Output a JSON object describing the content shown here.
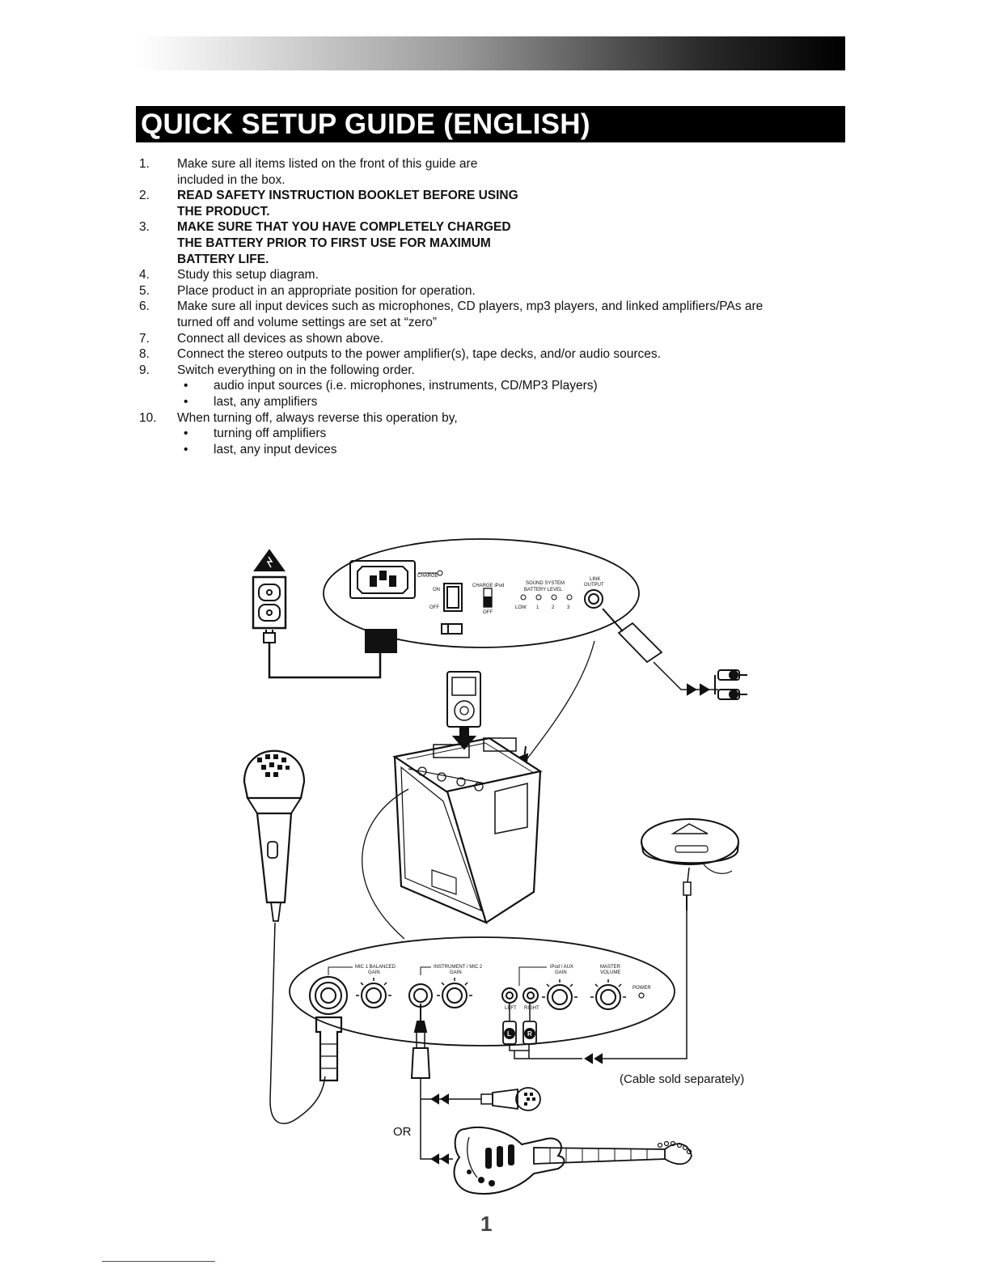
{
  "header": {
    "title": "QUICK SETUP GUIDE (ENGLISH)"
  },
  "steps": [
    {
      "num": "1.",
      "bold": false,
      "lines": [
        "Make sure all items listed on the front of this guide are",
        "included in the box."
      ]
    },
    {
      "num": "2.",
      "bold": true,
      "lines": [
        "READ SAFETY INSTRUCTION BOOKLET BEFORE USING",
        "THE PRODUCT."
      ]
    },
    {
      "num": "3.",
      "bold": true,
      "lines": [
        "MAKE SURE THAT YOU HAVE COMPLETELY CHARGED",
        "THE BATTERY PRIOR TO FIRST USE FOR MAXIMUM",
        "BATTERY LIFE."
      ]
    },
    {
      "num": "4.",
      "bold": false,
      "lines": [
        "Study this setup diagram."
      ]
    },
    {
      "num": "5.",
      "bold": false,
      "lines": [
        "Place product in an appropriate position for operation."
      ]
    },
    {
      "num": "6.",
      "bold": false,
      "lines": [
        "Make sure all input devices such as microphones, CD players, mp3 players, and linked amplifiers/PAs are",
        "turned off and volume settings are set at  “zero”"
      ]
    },
    {
      "num": "7.",
      "bold": false,
      "lines": [
        "Connect all devices as shown above."
      ]
    },
    {
      "num": "8.",
      "bold": false,
      "lines": [
        "Connect the stereo outputs to the power amplifier(s), tape decks, and/or audio sources."
      ]
    },
    {
      "num": "9.",
      "bold": false,
      "lines": [
        "Switch everything on in the following order."
      ],
      "bullets": [
        "audio input sources (i.e. microphones, instruments, CD/MP3 Players)",
        "last, any amplifiers"
      ]
    },
    {
      "num": "10.",
      "bold": false,
      "lines": [
        "When turning off, always reverse this operation by,"
      ],
      "bullets": [
        "turning off amplifiers",
        "last, any input devices"
      ]
    }
  ],
  "diagram": {
    "top_panel": {
      "charge": "CHARGE",
      "on": "ON",
      "off": "OFF",
      "charge_ipod": "CHARGE iPod",
      "charge_ipod_off": "OFF",
      "sound_system": "SOUND SYSTEM",
      "battery_level": "BATTERY LEVEL",
      "level_low": "LOW",
      "level_1": "1",
      "level_2": "2",
      "level_3": "3",
      "link": "LINK",
      "output": "OUTPUT"
    },
    "bottom_panel": {
      "mic1": "MIC 1 BALANCED",
      "mic1_gain": "GAIN",
      "inst": "INSTRUMENT / MIC 2",
      "inst_gain": "GAIN",
      "ipod_aux": "iPod / AUX",
      "ipod_aux_gain": "GAIN",
      "master": "MASTER",
      "volume": "VOLUME",
      "power": "POWER",
      "left": "LEFT",
      "right": "RIGHT"
    },
    "rca_left": "L",
    "rca_right": "R",
    "cable_note": "(Cable sold separately)",
    "or_label": "OR"
  },
  "footer": {
    "page_number": "1"
  }
}
